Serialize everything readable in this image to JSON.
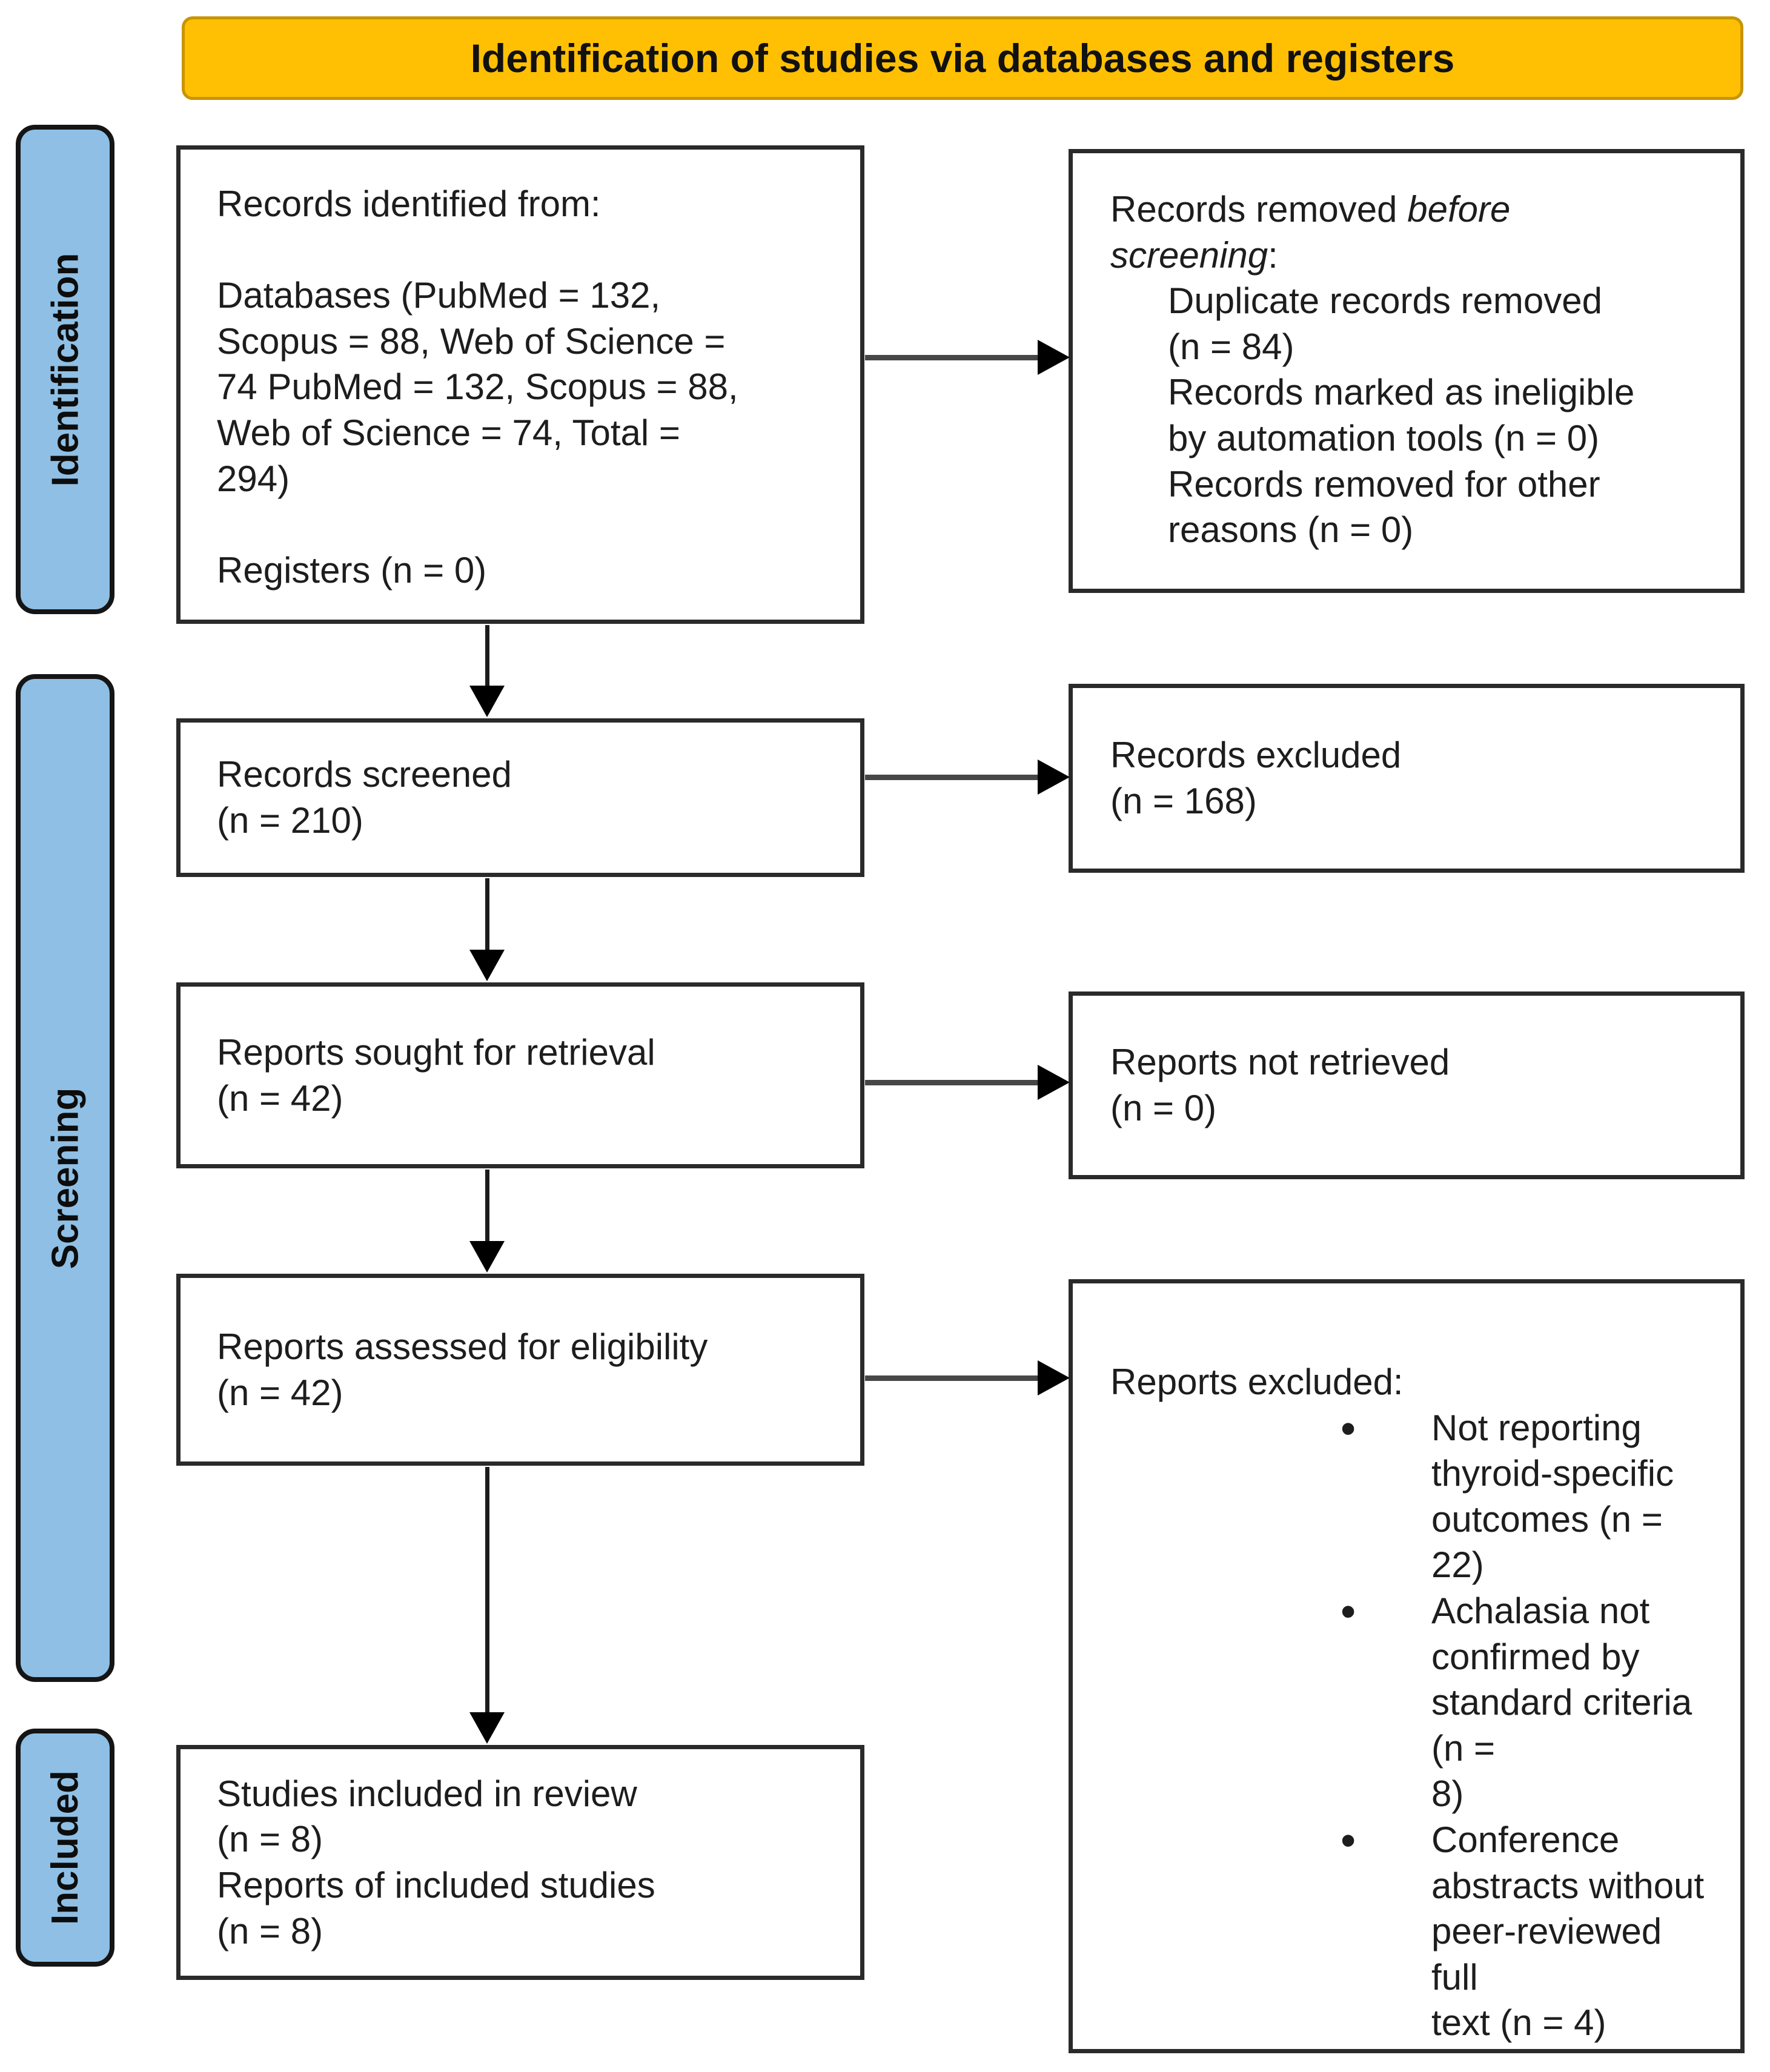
{
  "banner": {
    "title": "Identification of studies via databases and registers"
  },
  "sidebar": {
    "stages": [
      {
        "label": "Identification"
      },
      {
        "label": "Screening"
      },
      {
        "label": "Included"
      }
    ]
  },
  "colors": {
    "banner_bg": "#FFC003",
    "banner_border": "#C99400",
    "sidebar_bg": "#8FBFE4",
    "box_border": "#2A2A2A",
    "arrow": "#000000"
  },
  "flow": {
    "records_identified": {
      "text": "Records identified from:\n\nDatabases (PubMed = 132,\nScopus = 88, Web of Science =\n74 PubMed = 132, Scopus = 88,\nWeb of Science = 74, Total =\n294)\n\nRegisters (n = 0)"
    },
    "records_screened": {
      "text": "Records screened\n(n = 210)"
    },
    "reports_sought": {
      "text": "Reports sought for retrieval\n(n = 42)"
    },
    "reports_assessed": {
      "text": "Reports assessed for eligibility\n(n = 42)"
    },
    "studies_included": {
      "text": "Studies included in review\n(n = 8)\nReports of included studies\n(n = 8)"
    },
    "records_removed": {
      "title_pre": "Records removed ",
      "title_italic": "before\nscreening",
      "title_post": ":",
      "items": [
        "Duplicate records removed\n(n = 84)",
        "Records marked as ineligible\nby automation tools (n = 0)",
        "Records removed for other\nreasons (n = 0)"
      ]
    },
    "records_excluded": {
      "text": "Records excluded\n(n = 168)"
    },
    "reports_not_retrieved": {
      "text": "Reports not retrieved\n(n = 0)"
    },
    "reports_excluded": {
      "title": "Reports excluded:",
      "items": [
        "Not reporting\nthyroid-specific\noutcomes (n = 22)",
        "Achalasia not\nconfirmed by\nstandard criteria (n =\n8)",
        "Conference\nabstracts without\npeer-reviewed full\ntext (n = 4)"
      ]
    }
  }
}
